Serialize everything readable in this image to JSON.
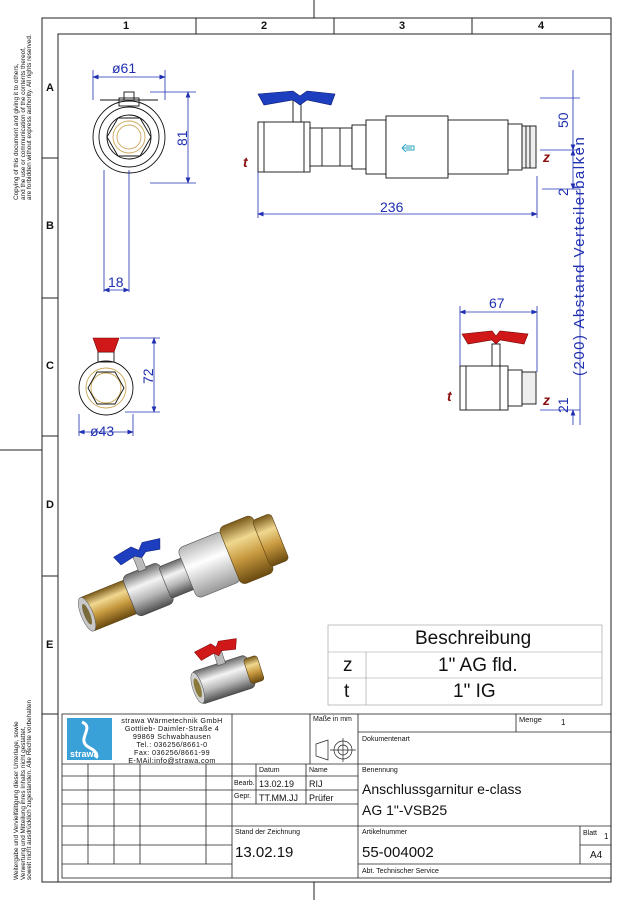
{
  "frame": {
    "columns": [
      "1",
      "2",
      "3",
      "4"
    ],
    "rows": [
      "A",
      "B",
      "C",
      "D",
      "E"
    ]
  },
  "copyright_note": {
    "english": [
      "Copying of this document and giving it to others,",
      "and the use or communication of the contents thereof,",
      "are forbidden without express authority. All rights reserved."
    ],
    "german": [
      "Weitergabe und Vervielfältigung dieser Unterlage, sowie",
      "Verwertung und Mitteilung ihres Inhalts nicht gestattet,",
      "soweit nicht ausdrücklich zugestanden. Alle Rechte vorbehalten"
    ]
  },
  "dimensions": {
    "d61": "ø61",
    "d81": "81",
    "d18": "18",
    "d72": "72",
    "d43": "ø43",
    "d50": "50",
    "d2": "2",
    "d236": "236",
    "d67": "67",
    "d21": "21",
    "spacing": "(200)  Abstand Verteilerbalken"
  },
  "markers": {
    "t": "t",
    "z": "z"
  },
  "description_table": {
    "header": "Beschreibung",
    "rows": [
      {
        "key": "z",
        "value": "1\" AG fld."
      },
      {
        "key": "t",
        "value": "1\" IG"
      }
    ]
  },
  "title_block": {
    "company": {
      "name": "strawa Wärmetechnik GmbH",
      "street": "Gottlieb- Daimler-Straße 4",
      "city": "99869 Schwabhausen",
      "tel": "Tel.: 036256/8661-0",
      "fax": "Fax: 036256/8661-99",
      "email": "E-MAil:info@strawa.com",
      "logo_text": "strawa"
    },
    "units_label": "Maße in mm",
    "quantity_label": "Menge",
    "quantity_value": "1",
    "doc_type_label": "Dokumentenart",
    "datum_header": "Datum",
    "name_header": "Name",
    "bearb_label": "Bearb.",
    "bearb_date": "13.02.19",
    "bearb_name": "RIJ",
    "gepr_label": "Gepr.",
    "gepr_date": "TT.MM.JJ",
    "gepr_name": "Prüfer",
    "designation_label": "Benennung",
    "designation_line1": "Anschlussgarnitur e-class",
    "designation_line2": "AG 1\"-VSB25",
    "drawing_date_label": "Stand der Zeichnung",
    "drawing_date": "13.02.19",
    "article_label": "Artikelnummer",
    "article_number": "55-004002",
    "sheet_label": "Blatt",
    "sheet_number": "1",
    "format": "A4",
    "department": "Abt. Technischer Service"
  }
}
